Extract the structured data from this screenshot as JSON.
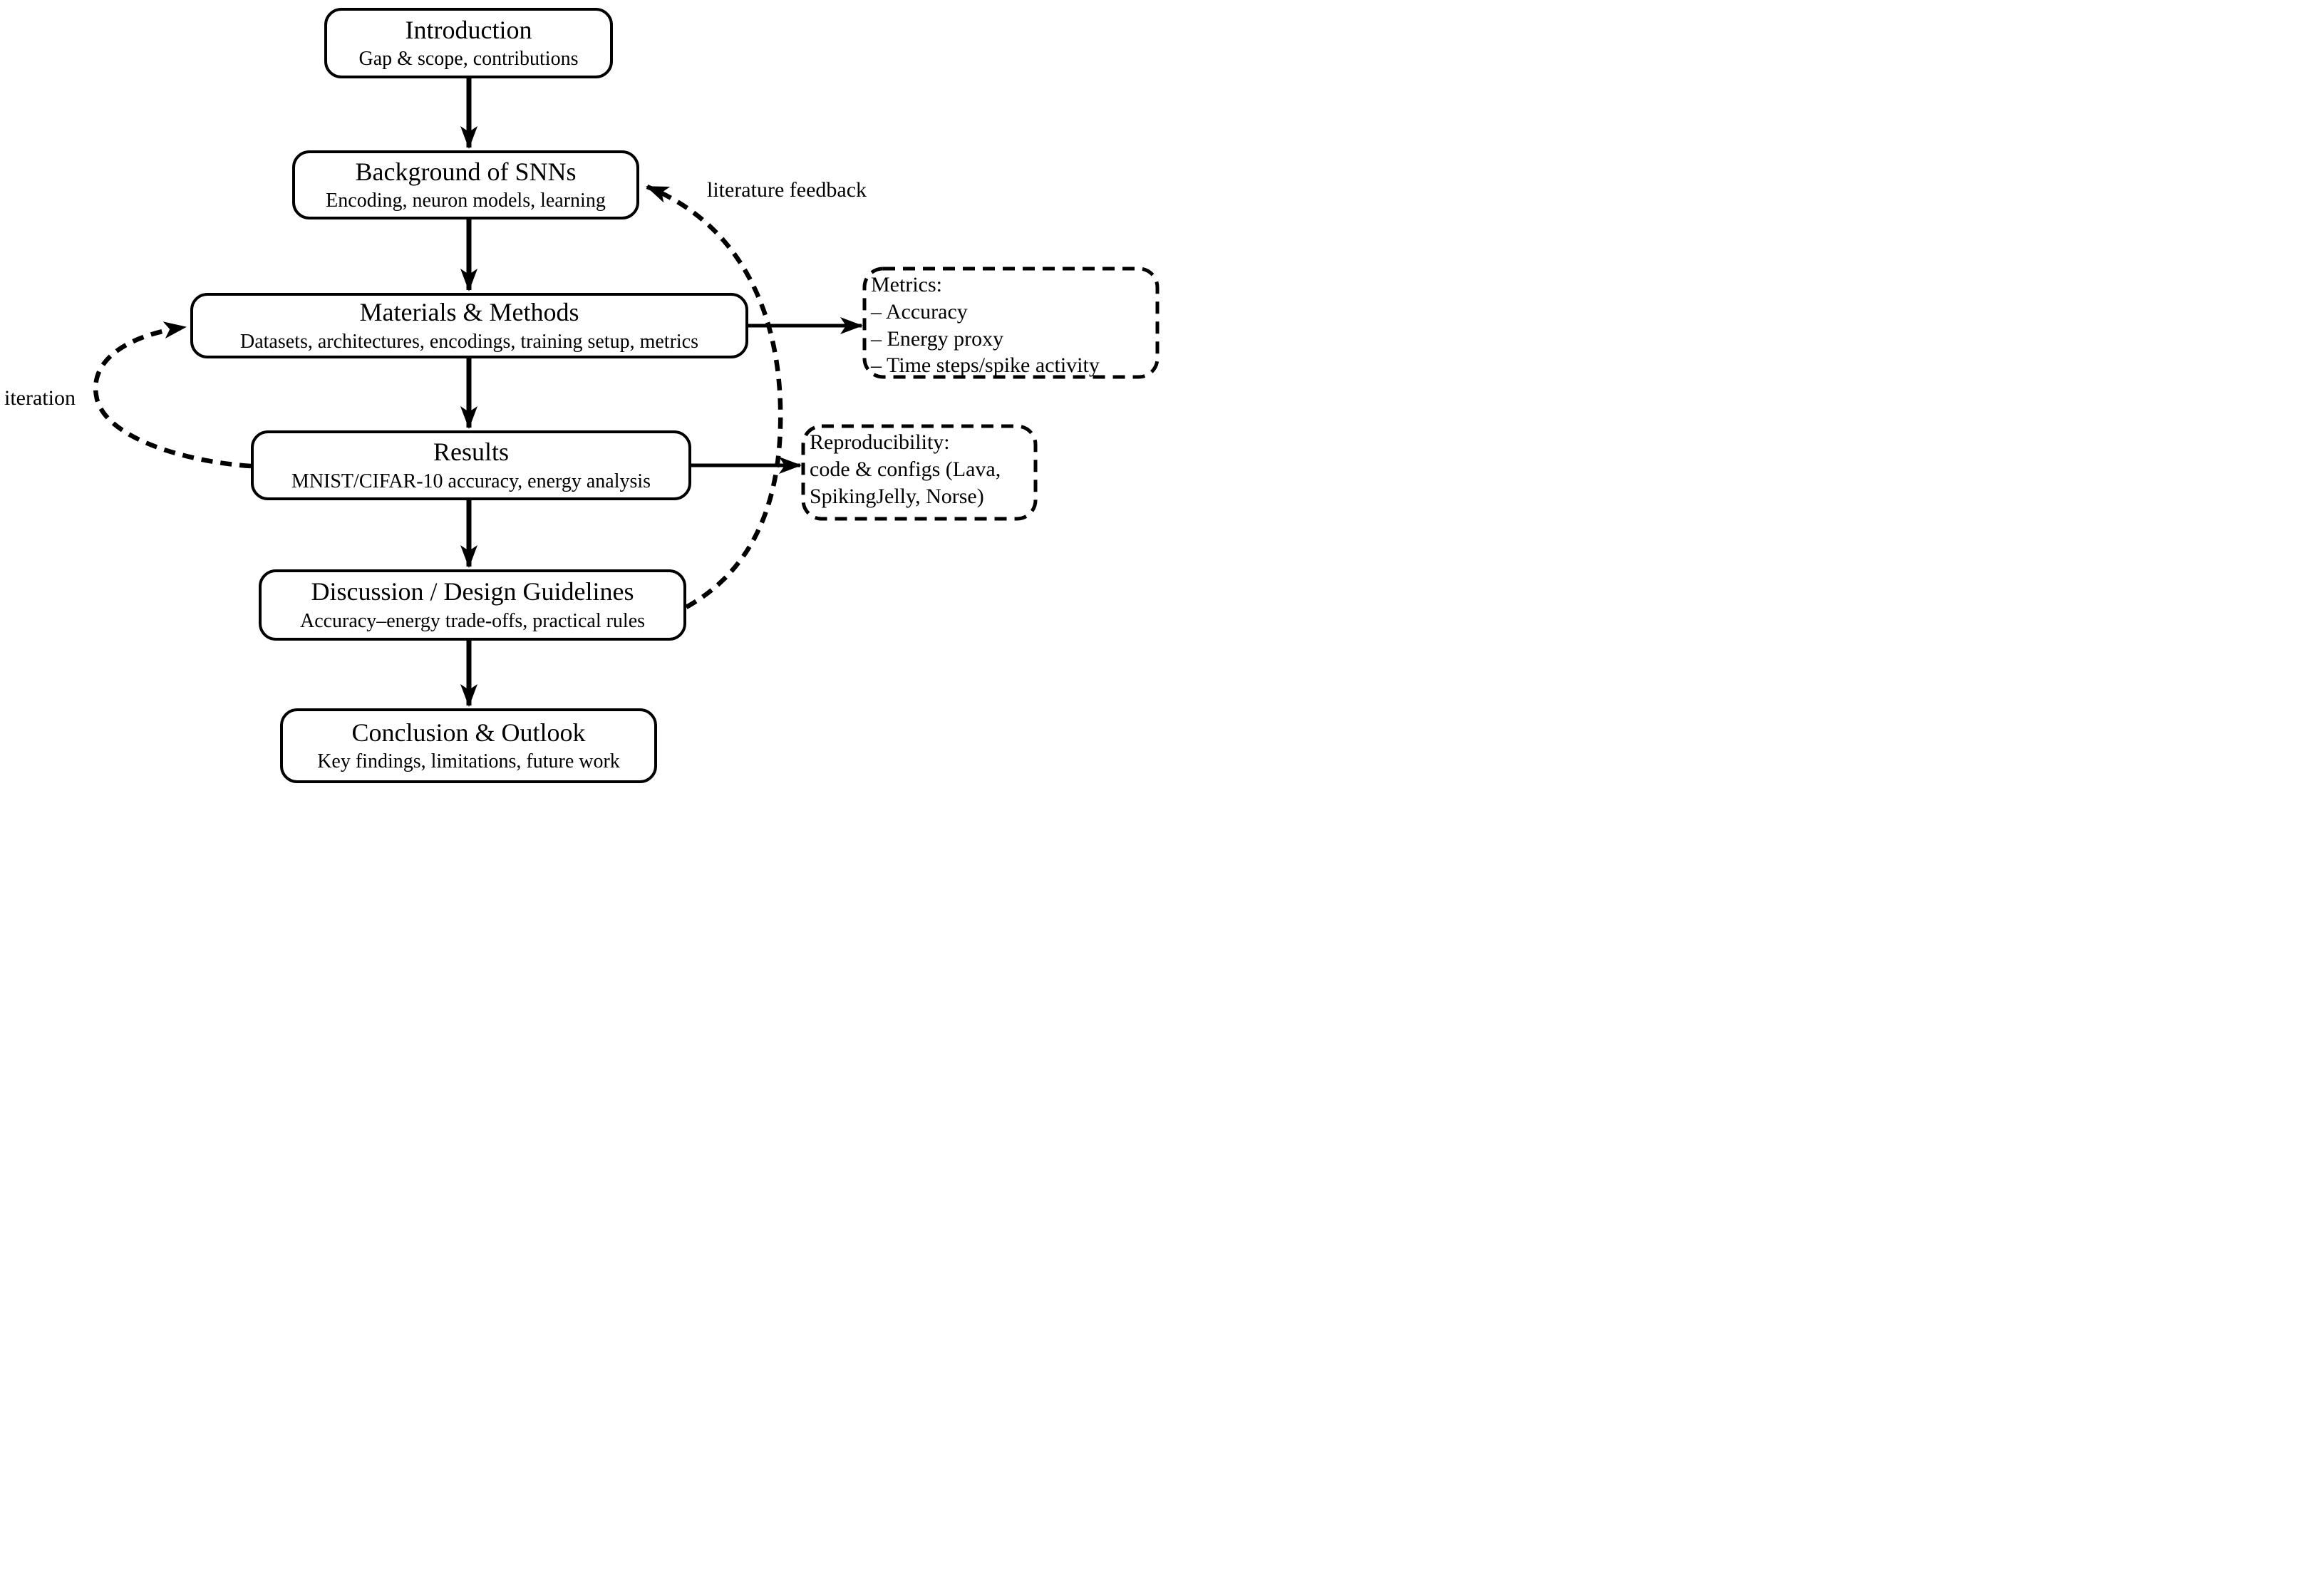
{
  "figure": {
    "kind": "paper-structure-flowchart"
  },
  "boxes": {
    "introduction": {
      "title": "Introduction",
      "subtitle": "Gap & scope, contributions"
    },
    "background": {
      "title": "Background of SNNs",
      "subtitle": "Encoding, neuron models, learning"
    },
    "materials": {
      "title": "Materials & Methods",
      "subtitle": "Datasets, architectures, encodings, training setup, metrics"
    },
    "results": {
      "title": "Results",
      "subtitle": "MNIST/CIFAR-10 accuracy, energy analysis"
    },
    "discussion": {
      "title": "Discussion / Design Guidelines",
      "subtitle": "Accuracy–energy trade-offs, practical rules"
    },
    "conclusion": {
      "title": "Conclusion & Outlook",
      "subtitle": "Key findings, limitations, future work"
    }
  },
  "side_notes": {
    "metrics": {
      "heading": "Metrics:",
      "items": [
        "– Accuracy",
        "– Energy proxy",
        "– Time steps/spike activity"
      ]
    },
    "reproducibility": {
      "heading": "Reproducibility:",
      "lines": [
        "code & configs (Lava,",
        "SpikingJelly, Norse)"
      ]
    }
  },
  "edge_labels": {
    "iteration": "iteration",
    "literature_feedback": "literature feedback"
  },
  "colors": {
    "ink": "#000000",
    "paper": "#ffffff"
  }
}
